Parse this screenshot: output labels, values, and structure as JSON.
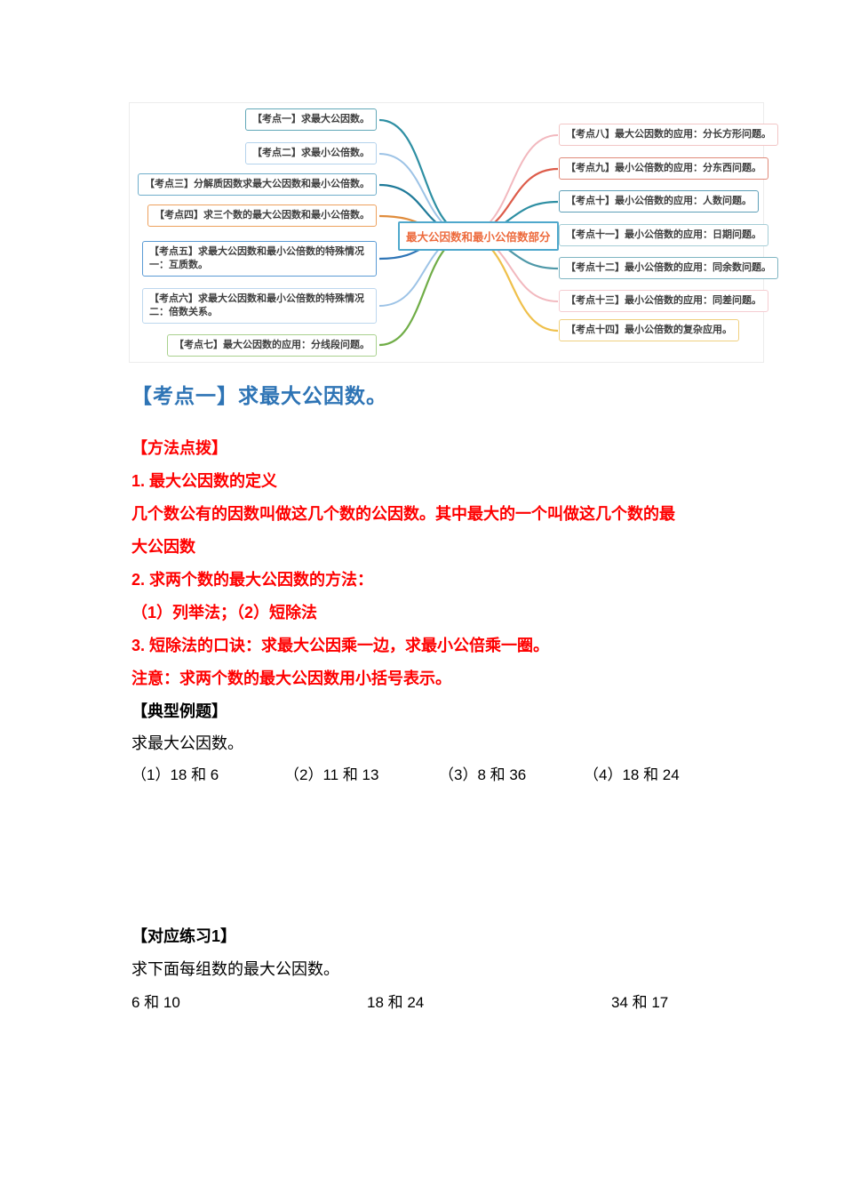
{
  "colors": {
    "heading_blue": "#2E74B5",
    "method_red": "#FE0000",
    "center_text_orange": "#ED6A3C",
    "center_border_blue": "#4FA8CC"
  },
  "mindmap": {
    "center": {
      "label": "最大公因数和最小公倍数部分"
    },
    "left_nodes": [
      {
        "label": "【考点一】求最大公因数。",
        "border_color": "#62A8B8",
        "line_color": "#2E8FA3"
      },
      {
        "label": "【考点二】求最小公倍数。",
        "border_color": "#B4D2EC",
        "line_color": "#9DC3E6"
      },
      {
        "label": "【考点三】分解质因数求最大公因数和最小公倍数。",
        "border_color": "#6FAECB",
        "line_color": "#1F7A99"
      },
      {
        "label": "【考点四】求三个数的最大公因数和最小公倍数。",
        "border_color": "#EDA15E",
        "line_color": "#E08C3C"
      },
      {
        "label": "【考点五】求最大公因数和最小公倍数的特殊情况一：互质数。",
        "border_color": "#5B9BD5",
        "line_color": "#2E75B6"
      },
      {
        "label": "【考点六】求最大公因数和最小公倍数的特殊情况二：倍数关系。",
        "border_color": "#BDD7EE",
        "line_color": "#9DC3E6"
      },
      {
        "label": "【考点七】最大公因数的应用：分线段问题。",
        "border_color": "#A9D18E",
        "line_color": "#70AD47"
      }
    ],
    "right_nodes": [
      {
        "label": "【考点八】最大公因数的应用：分长方形问题。",
        "border_color": "#F2C6C6",
        "line_color": "#F2B8BE"
      },
      {
        "label": "【考点九】最小公倍数的应用：分东西问题。",
        "border_color": "#E08A7A",
        "line_color": "#DD5C4A"
      },
      {
        "label": "【考点十】最小公倍数的应用：人数问题。",
        "border_color": "#5E9FB8",
        "line_color": "#2E8FA3"
      },
      {
        "label": "【考点十一】最小公倍数的应用：日期问题。",
        "border_color": "#A5CDD6",
        "line_color": "#9CCBD4"
      },
      {
        "label": "【考点十二】最小公倍数的应用：同余数问题。",
        "border_color": "#7FB5C2",
        "line_color": "#4E98A8"
      },
      {
        "label": "【考点十三】最小公倍数的应用：同差问题。",
        "border_color": "#F5CDD2",
        "line_color": "#F2B8BE"
      },
      {
        "label": "【考点十四】最小公倍数的复杂应用。",
        "border_color": "#F0D080",
        "line_color": "#EFC04B"
      }
    ]
  },
  "content": {
    "section_heading": "【考点一】求最大公因数。",
    "method_title": "【方法点拨】",
    "method_lines": [
      "1. 最大公因数的定义",
      "几个数公有的因数叫做这几个数的公因数。其中最大的一个叫做这几个数的最",
      "大公因数",
      "2. 求两个数的最大公因数的方法：",
      "（1）列举法；（2）短除法",
      "3. 短除法的口诀：求最大公因乘一边，求最小公倍乘一圈。",
      "注意：求两个数的最大公因数用小括号表示。"
    ],
    "example_title": "【典型例题】",
    "example_prompt": "求最大公因数。",
    "example_items": [
      "（1）18 和 6",
      "（2）11 和 13",
      "（3）8 和 36",
      "（4）18 和 24"
    ],
    "practice_title": "【对应练习1】",
    "practice_prompt": "求下面每组数的最大公因数。",
    "practice_items": [
      "6 和 10",
      "18 和 24",
      "34 和 17"
    ]
  }
}
